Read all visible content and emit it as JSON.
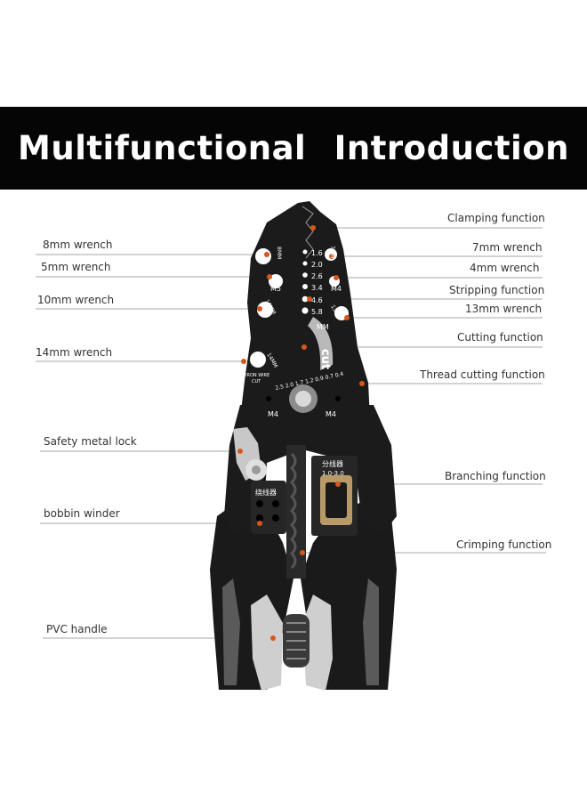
{
  "banner": {
    "title": "Multifunctional   Introduction"
  },
  "colors": {
    "banner_bg": "#050505",
    "marker": "#d4581e",
    "tool_body": "#1b1b1b",
    "handle_light": "#cfcfcf"
  },
  "labels_left": [
    "8mm wrench",
    "5mm wrench",
    "10mm wrench",
    "14mm wrench",
    "Safety metal lock",
    "bobbin winder",
    "PVC handle"
  ],
  "labels_right": [
    "Clamping function",
    "7mm wrench",
    "4mm wrench",
    "Stripping function",
    "13mm wrench",
    "Cutting function",
    "Thread cutting function",
    "Branching function",
    "Crimping function"
  ],
  "tool_text": {
    "strip_sizes": [
      "1.6",
      "2.0",
      "2.6",
      "3.4",
      "4.6",
      "5.8"
    ],
    "mm": "MM",
    "cut": "cut",
    "m5": "M5",
    "m4_top": "M4",
    "m4_left": "M4",
    "m4_right": "M4",
    "w8": "8MM",
    "w7": "7MM",
    "w10": "10MM",
    "w13": "13MM",
    "w14": "14MM",
    "iron_wire": "IRON WIRE",
    "iron_cut": "CUT",
    "thread_scale": "2.5 2.0 1.7 1.2 0.9 0.7 0.4",
    "branch_cn": "分线器",
    "branch_range": "1.0-3.0",
    "winder_cn": "绕线器"
  }
}
